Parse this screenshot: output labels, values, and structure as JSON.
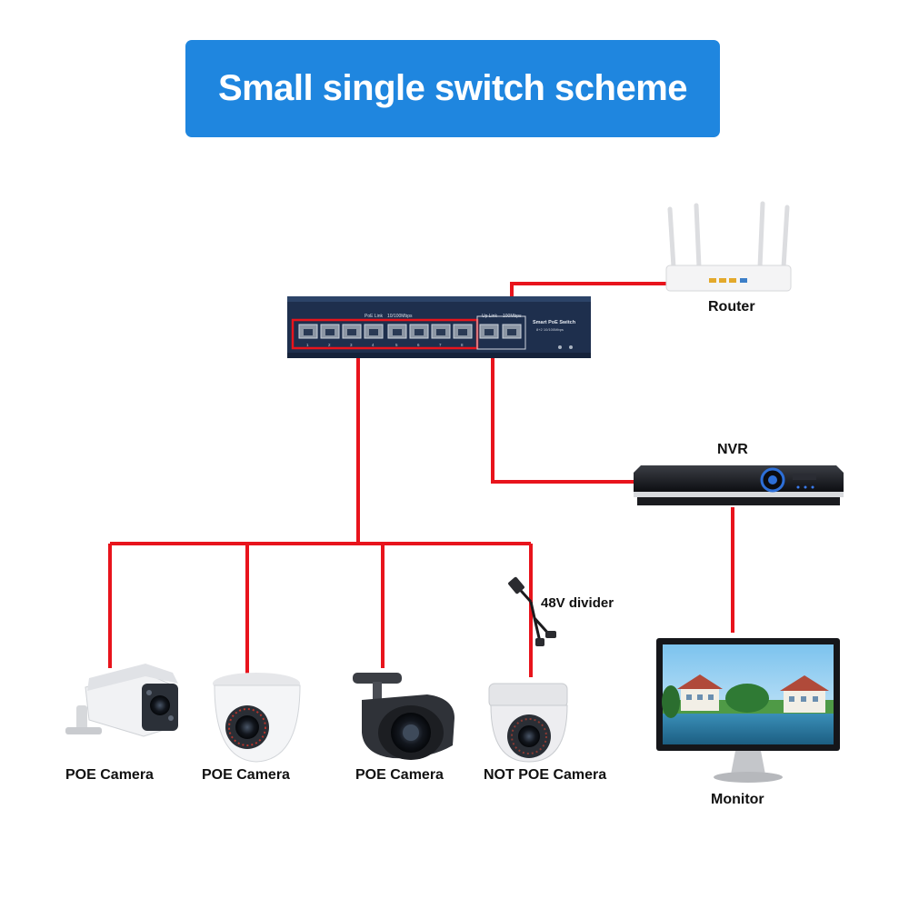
{
  "title": "Small single switch scheme",
  "switch": {
    "group_label": "PoE Link",
    "speed_label": "10/100Mbps",
    "uplink_label": "Up Link",
    "uplink_speed": "100Mbps",
    "brand_label": "Smart PoE Switch",
    "model_label": "8+2 10/100Mbps",
    "port_numbers": [
      "1",
      "2",
      "3",
      "4",
      "5",
      "6",
      "7",
      "8"
    ]
  },
  "devices": {
    "router": "Router",
    "nvr": "NVR",
    "monitor": "Monitor",
    "divider": "48V divider"
  },
  "cameras": [
    "POE Camera",
    "POE Camera",
    "POE Camera",
    "NOT POE Camera"
  ],
  "colors": {
    "banner": "#1f86df",
    "cable": "#e8141c",
    "switch_body": "#1e2f4d"
  }
}
